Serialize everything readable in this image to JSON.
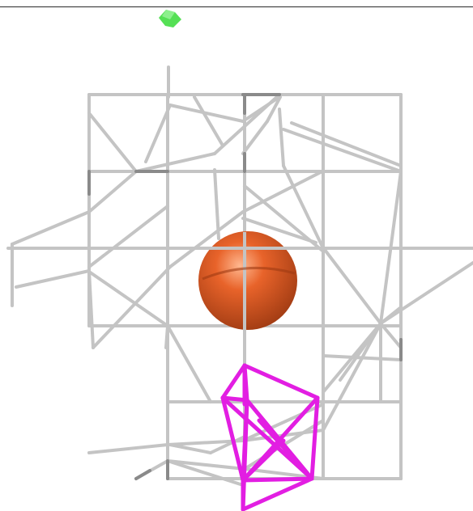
{
  "scene": {
    "background_color": "#ffffff",
    "border_color": "#2a2a2a",
    "framework_color": "#c4c4c4",
    "framework_shade_color": "#8a8a8a",
    "cage_color": "#e21ee2",
    "sphere_color": "#e8632a",
    "sphere_highlight_color": "#ffb890",
    "sphere_shadow_color": "#9e3a12",
    "marker_color": "#55e055",
    "objects": [
      {
        "name": "grey-bond-framework",
        "kind": "stick model"
      },
      {
        "name": "orange-sphere",
        "kind": "atom sphere"
      },
      {
        "name": "magenta-tetrahedral-cage",
        "kind": "polyhedron wireframe"
      },
      {
        "name": "green-marker",
        "kind": "small polyhedron"
      }
    ]
  }
}
